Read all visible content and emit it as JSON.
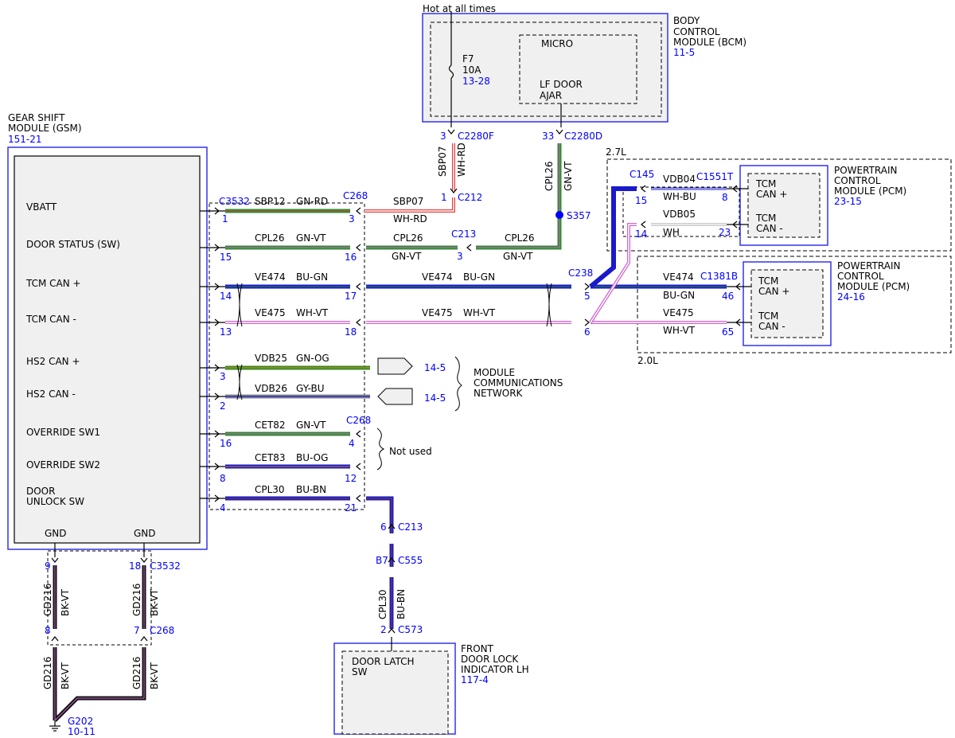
{
  "colors": {
    "module_border": "#3333ee",
    "conn_label": "#0000ff",
    "wire_green": "#2e8b2e",
    "wire_blue": "#1a1acc",
    "wire_black": "#111111",
    "stripe_red": "#e04040",
    "stripe_violet": "#cc66cc",
    "stripe_white": "#ffffff",
    "stripe_orange": "#cc8800"
  },
  "bcm": {
    "supply_note": "Hot at all times",
    "title_1": "BODY",
    "title_2": "CONTROL",
    "title_3": "MODULE (BCM)",
    "ref": "11-5",
    "micro": "MICRO",
    "input_1": "LF DOOR",
    "input_2": "AJAR",
    "fuse_name": "F7",
    "fuse_rating": "10A",
    "fuse_ref": "13-28"
  },
  "gsm": {
    "title_1": "GEAR SHIFT",
    "title_2": "MODULE (GSM)",
    "ref": "151-21",
    "pins": [
      "VBATT",
      "DOOR STATUS (SW)",
      "TCM CAN +",
      "TCM CAN -",
      "HS2 CAN +",
      "HS2 CAN -",
      "OVERRIDE SW1",
      "OVERRIDE SW2"
    ],
    "door_unlock_1": "DOOR",
    "door_unlock_2": "UNLOCK SW",
    "gnd": "GND"
  },
  "pcm27": {
    "engine": "2.7L",
    "title_1": "POWERTRAIN",
    "title_2": "CONTROL",
    "title_3": "MODULE (PCM)",
    "ref": "23-15",
    "pin_a_1": "TCM",
    "pin_a_2": "CAN +",
    "pin_b_1": "TCM",
    "pin_b_2": "CAN -",
    "connector": "C1551T",
    "pin_a_no": "8",
    "pin_b_no": "23"
  },
  "pcm20": {
    "engine": "2.0L",
    "title_1": "POWERTRAIN",
    "title_2": "CONTROL",
    "title_3": "MODULE (PCM)",
    "ref": "24-16",
    "pin_a_1": "TCM",
    "pin_a_2": "CAN +",
    "pin_b_1": "TCM",
    "pin_b_2": "CAN -",
    "connector": "C1381B",
    "pin_a_no": "46",
    "pin_b_no": "65"
  },
  "door_lock": {
    "title_1": "FRONT",
    "title_2": "DOOR LOCK",
    "title_3": "INDICATOR LH",
    "ref": "117-4",
    "switch_1": "DOOR LATCH",
    "switch_2": "SW"
  },
  "network": {
    "label_1": "MODULE",
    "label_2": "COMMUNICATIONS",
    "label_3": "NETWORK",
    "ref_a": "14-5",
    "ref_b": "14-5"
  },
  "not_used": "Not used",
  "connectors": {
    "c3532": "C3532",
    "c268": "C268",
    "c212": "C212",
    "c213": "C213",
    "c2280f": "C2280F",
    "c2280d": "C2280D",
    "s357": "S357",
    "c238": "C238",
    "c145": "C145",
    "c555": "C555",
    "c573": "C573",
    "g202": "G202",
    "g202_ref": "10-11"
  },
  "pins": {
    "p1": "1",
    "p3": "3",
    "p15": "15",
    "p16": "16",
    "p14": "14",
    "p17": "17",
    "p13": "13",
    "p18": "18",
    "p3b": "3",
    "p2": "2",
    "p16b": "16",
    "p4": "4",
    "p8": "8",
    "p12": "12",
    "p4b": "4",
    "p21": "21",
    "bcm3": "3",
    "bcm33": "33",
    "c212_1": "1",
    "c213_3": "3",
    "c238_5": "5",
    "c238_6": "6",
    "c145_15": "15",
    "c145_14": "14",
    "c213_6": "6",
    "c555_b7": "B7",
    "c573_2": "2",
    "g9": "9",
    "g18": "18",
    "g8": "8",
    "g7": "7"
  },
  "wires": {
    "sbp12": "SBP12",
    "gn_rd": "GN-RD",
    "sbp07": "SBP07",
    "wh_rd": "WH-RD",
    "cpl26": "CPL26",
    "gn_vt": "GN-VT",
    "ve474": "VE474",
    "bu_gn": "BU-GN",
    "ve475": "VE475",
    "wh_vt": "WH-VT",
    "vdb25": "VDB25",
    "gn_og": "GN-OG",
    "vdb26": "VDB26",
    "gy_bu": "GY-BU",
    "cet82": "CET82",
    "cet83": "CET83",
    "bu_og": "BU-OG",
    "cpl30": "CPL30",
    "bu_bn": "BU-BN",
    "vdb04": "VDB04",
    "wh_bu": "WH-BU",
    "vdb05": "VDB05",
    "wh": "WH",
    "gd216": "GD216",
    "bk_vt": "BK-VT"
  }
}
